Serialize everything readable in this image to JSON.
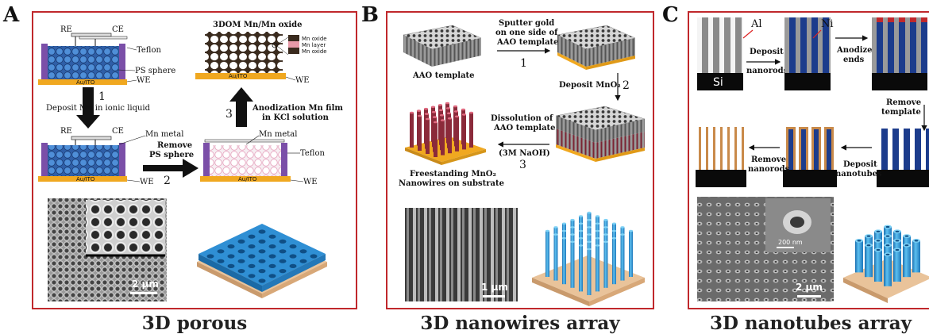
{
  "panels": {
    "a": {
      "letter": "A",
      "caption": "3D porous",
      "labels": {
        "re1": "RE",
        "ce1": "CE",
        "teflon1": "Teflon",
        "ps_sphere": "PS sphere",
        "we1": "WE",
        "substrate": "Au/ITO",
        "step1_num": "1",
        "step1_text": "Deposit Mn in ionic liquid",
        "re2": "RE",
        "ce2": "CE",
        "mn_metal1": "Mn metal",
        "we2": "WE",
        "step2_text_line1": "Remove",
        "step2_text_line2": "PS sphere",
        "step2_num": "2",
        "mn_metal2": "Mn metal",
        "teflon2": "Teflon",
        "we3": "WE",
        "step3_num": "3",
        "step3_text_line1": "Anodization Mn film",
        "step3_text_line2": "in KCl solution",
        "title_3dom": "3DOM Mn/Mn oxide",
        "we4": "WE",
        "legend_oxide_top": "Mn oxide",
        "legend_layer": "Mn layer",
        "legend_oxide_bottom": "Mn oxide",
        "scale_bar": "2 μm"
      }
    },
    "b": {
      "letter": "B",
      "caption": "3D nanowires array",
      "labels": {
        "aao_template": "AAO template",
        "step1_line1": "Sputter gold",
        "step1_line2": "on one side of",
        "step1_line3": "AAO template",
        "step1_num": "1",
        "step2_text": "Deposit MnO₂",
        "step2_num": "2",
        "step3_line1": "Dissolution of",
        "step3_line2": "AAO template",
        "step3_line3": "(3M NaOH)",
        "step3_num": "3",
        "free_line1": "Freestanding MnO₂",
        "free_line2": "Nanowires on substrate",
        "scale_bar": "1 μm"
      }
    },
    "c": {
      "letter": "C",
      "caption": "3D nanotubes array",
      "labels": {
        "al": "Al",
        "ni": "Ni",
        "si": "Si",
        "step_deposit_nanorods_1": "Deposit",
        "step_deposit_nanorods_2": "nanorods",
        "step_anodize_1": "Anodize",
        "step_anodize_2": "ends",
        "step_remove_template_1": "Remove",
        "step_remove_template_2": "template",
        "step_deposit_nanotubes_1": "Deposit",
        "step_deposit_nanotubes_2": "nanotubes",
        "step_remove_nanorods_1": "Remove",
        "step_remove_nanorods_2": "nanorods",
        "inset_scale": "200 nm",
        "scale_bar": "2 μm"
      }
    }
  },
  "colors": {
    "frame": "#c0282c",
    "electrolyte_blue": "#3d78c4",
    "teflon_purple": "#7b4fa8",
    "substrate_gold": "#f0a820",
    "nanostructure_blue": "#3aa2dd",
    "rod_gray": "#8a8a8a",
    "nickel_blue": "#1c3c8c",
    "copper": "#c98a4a",
    "mno2_red": "#8b2a3a"
  }
}
